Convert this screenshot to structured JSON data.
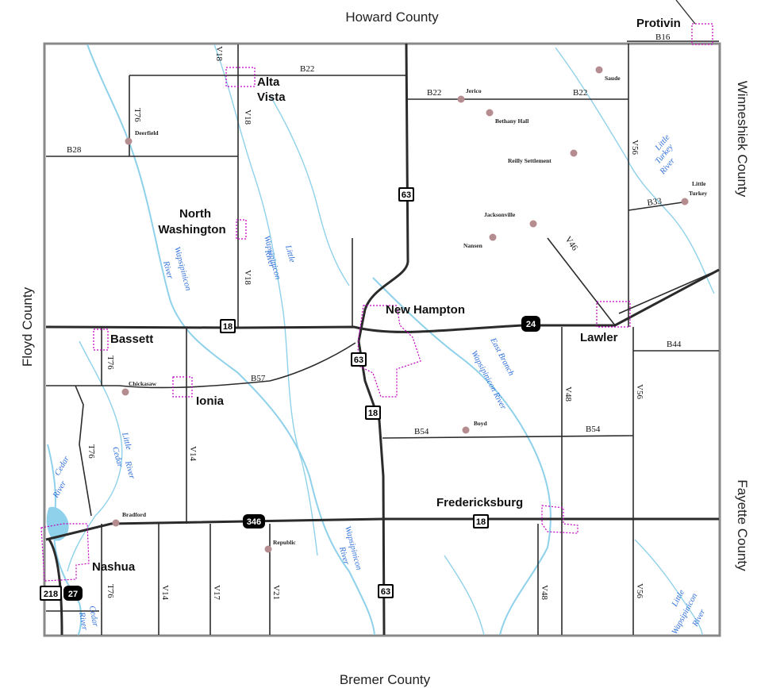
{
  "neighbors": {
    "north": "Howard County",
    "south": "Bremer County",
    "west": "Floyd County",
    "east_upper": "Winneshiek County",
    "east_lower": "Fayette County"
  },
  "towns": {
    "alta_vista_1": "Alta",
    "alta_vista_2": "Vista",
    "north_washington_1": "North",
    "north_washington_2": "Washington",
    "new_hampton": "New Hampton",
    "bassett": "Bassett",
    "ionia": "Ionia",
    "lawler": "Lawler",
    "fredericksburg": "Fredericksburg",
    "nashua": "Nashua",
    "protivin": "Protivin"
  },
  "places": {
    "deerfield": "Deerfield",
    "jerico": "Jerico",
    "bethany_hall": "Bethany Hall",
    "saude": "Saude",
    "reilly_settlement": "Reilly Settlement",
    "little_turkey_1": "Little",
    "little_turkey_2": "Turkey",
    "jacksonville": "Jacksonville",
    "nansen": "Nansen",
    "chickasaw": "Chickasaw",
    "boyd": "Boyd",
    "bradford": "Bradford",
    "republic": "Republic"
  },
  "roads": {
    "b16": "B16",
    "b22_a": "B22",
    "b22_b": "B22",
    "b22_c": "B22",
    "b28": "B28",
    "b33": "B33",
    "b44": "B44",
    "b54_a": "B54",
    "b54_b": "B54",
    "b57": "B57",
    "v18_a": "V18",
    "v18_b": "V18",
    "v18_c": "V18",
    "t76_a": "T76",
    "t76_b": "T76",
    "t76_c": "T76",
    "t76_d": "T76",
    "v56_a": "V56",
    "v56_b": "V56",
    "v56_c": "V56",
    "v46": "V46",
    "v48_a": "V48",
    "v48_b": "V48",
    "v14_a": "V14",
    "v14_b": "V14",
    "v17": "V17",
    "v21": "V21"
  },
  "shields": {
    "us63_a": "63",
    "us63_b": "63",
    "us63_c": "63",
    "us18_a": "18",
    "us18_b": "18",
    "us18_c": "18",
    "ia24": "24",
    "ia346": "346",
    "us218": "218",
    "ia27": "27"
  },
  "rivers": {
    "wapsipinicon_1": "Wapsipinicon",
    "wapsipinicon_2": "River",
    "little_wapsi_1": "Little",
    "little_wapsi_2": "Wapsipinicon",
    "little_wapsi_3": "River",
    "little_turkey_1": "Little",
    "little_turkey_2": "Turkey",
    "little_turkey_3": "River",
    "east_branch_1": "East Branch",
    "east_branch_2": "Wapsipinicon River",
    "little_cedar_1": "Little",
    "little_cedar_2": "Cedar",
    "little_cedar_3": "River",
    "cedar_1_a": "Cedar",
    "cedar_1_b": "River",
    "cedar_2_a": "Cedar",
    "cedar_2_b": "River",
    "wapsi_s_1": "Wapsipinicon",
    "wapsi_s_2": "River",
    "little_wapsi_s_1": "Little",
    "little_wapsi_s_2": "Wapsipinicon",
    "little_wapsi_s_3": "River"
  }
}
